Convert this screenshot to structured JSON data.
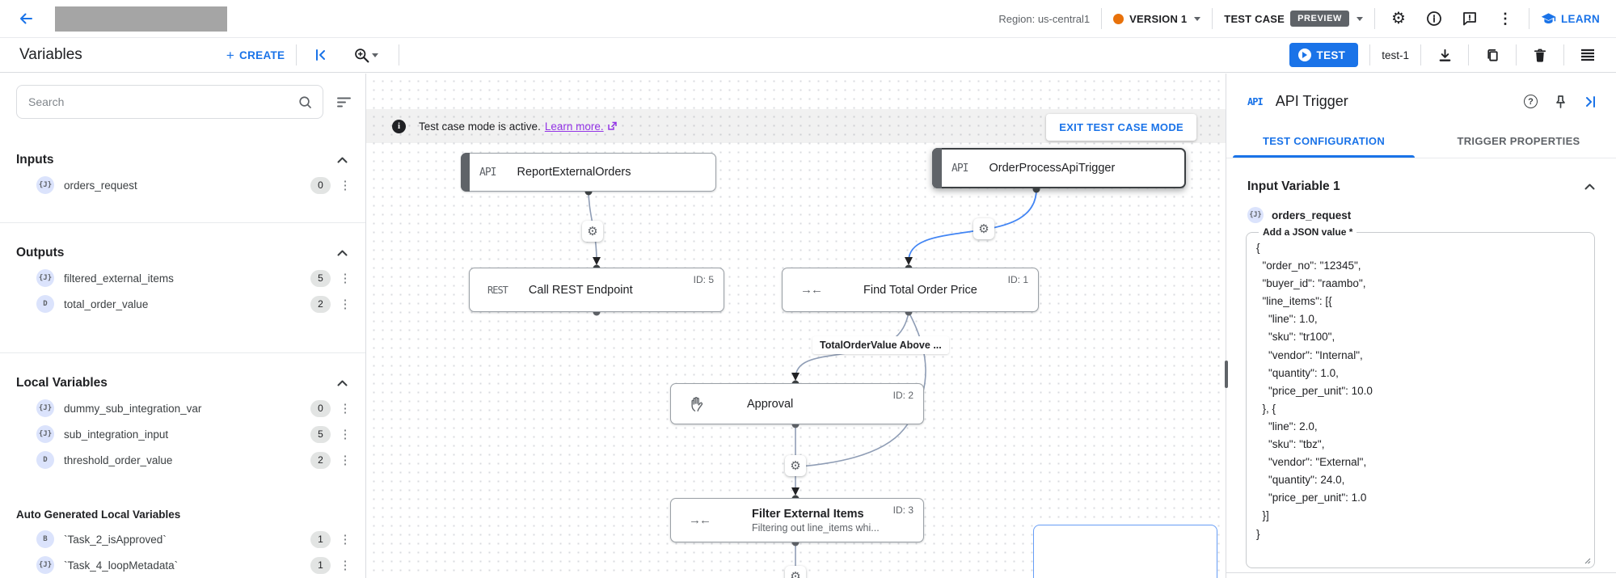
{
  "topbar": {
    "region": "Region: us-central1",
    "version_label": "VERSION 1",
    "test_case_label": "TEST CASE",
    "preview_badge": "PREVIEW",
    "learn_label": "LEARN"
  },
  "toolbar": {
    "title": "Variables",
    "create_label": "CREATE",
    "test_label": "TEST",
    "test_name": "test-1"
  },
  "sidebar": {
    "search_placeholder": "Search",
    "sections": [
      {
        "title": "Inputs",
        "items": [
          {
            "type": "{J}",
            "name": "orders_request",
            "count": "0"
          }
        ]
      },
      {
        "title": "Outputs",
        "items": [
          {
            "type": "{J}",
            "name": "filtered_external_items",
            "count": "5"
          },
          {
            "type": "D",
            "name": "total_order_value",
            "count": "2"
          }
        ]
      },
      {
        "title": "Local Variables",
        "items": [
          {
            "type": "{J}",
            "name": "dummy_sub_integration_var",
            "count": "0"
          },
          {
            "type": "{J}",
            "name": "sub_integration_input",
            "count": "5"
          },
          {
            "type": "D",
            "name": "threshold_order_value",
            "count": "2"
          }
        ]
      },
      {
        "title": "Auto Generated Local Variables",
        "items": [
          {
            "type": "B",
            "name": "`Task_2_isApproved`",
            "count": "1"
          },
          {
            "type": "{J}",
            "name": "`Task_4_loopMetadata`",
            "count": "1"
          }
        ]
      }
    ]
  },
  "canvas": {
    "banner": {
      "text": "Test case mode is active.",
      "link_label": "Learn more.",
      "exit_label": "EXIT TEST CASE MODE"
    },
    "edge_label": "TotalOrderValue Above ...",
    "nodes": [
      {
        "type_label": "API",
        "name": "ReportExternalOrders"
      },
      {
        "type_label": "API",
        "name": "OrderProcessApiTrigger"
      },
      {
        "type_label": "REST",
        "name": "Call REST Endpoint",
        "id_label": "ID: 5"
      },
      {
        "name": "Find Total Order Price",
        "id_label": "ID: 1"
      },
      {
        "name": "Approval",
        "id_label": "ID: 2"
      },
      {
        "name": "Filter External Items",
        "subtitle": "Filtering out line_items whi...",
        "id_label": "ID: 3"
      }
    ]
  },
  "panel": {
    "badge": "API",
    "title": "API Trigger",
    "tabs": [
      "TEST CONFIGURATION",
      "TRIGGER PROPERTIES"
    ],
    "section_title": "Input Variable 1",
    "variable": {
      "type": "{J}",
      "name": "orders_request"
    },
    "field_label": "Add a JSON value *",
    "json_value": "{\n  \"order_no\": \"12345\",\n  \"buyer_id\": \"raambo\",\n  \"line_items\": [{\n    \"line\": 1.0,\n    \"sku\": \"tr100\",\n    \"vendor\": \"Internal\",\n    \"quantity\": 1.0,\n    \"price_per_unit\": 10.0\n  }, {\n    \"line\": 2.0,\n    \"sku\": \"tbz\",\n    \"vendor\": \"External\",\n    \"quantity\": 24.0,\n    \"price_per_unit\": 1.0\n  }]\n}"
  },
  "colors": {
    "accent_blue": "#1a73e8",
    "edge_blue": "#4285f4",
    "version_dot_orange": "#e8710a",
    "link_purple": "#9334e6",
    "selected_node_border": "#3c4043",
    "type_badge_bg": "#dbe3fc"
  }
}
